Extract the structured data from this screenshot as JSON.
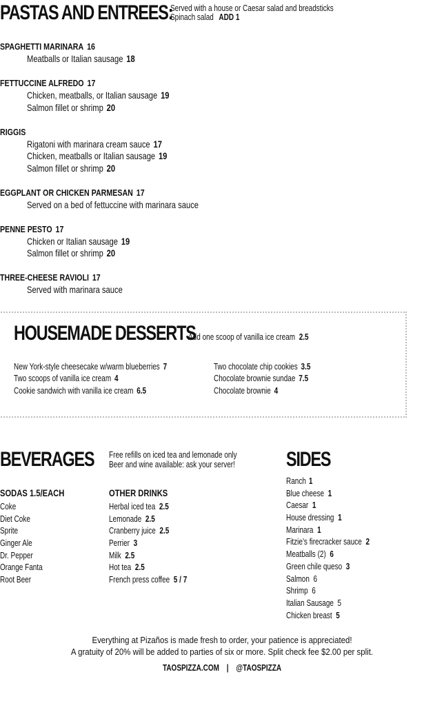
{
  "pastas": {
    "title": "PASTAS AND ENTREES:",
    "note_line1": "Served with a house or Caesar salad and breadsticks",
    "note_line2_text": "Spinach salad",
    "note_line2_add": "ADD 1",
    "items": [
      {
        "name": "SPAGHETTI MARINARA",
        "price": "16",
        "subs": [
          {
            "text": "Meatballs or Italian sausage",
            "price": "18"
          }
        ]
      },
      {
        "name": "FETTUCCINE ALFREDO",
        "price": "17",
        "subs": [
          {
            "text": "Chicken, meatballs, or Italian sausage",
            "price": "19"
          },
          {
            "text": "Salmon fillet or shrimp",
            "price": "20"
          }
        ]
      },
      {
        "name": "RIGGIS",
        "price": "",
        "subs": [
          {
            "text": "Rigatoni with marinara cream sauce",
            "price": "17"
          },
          {
            "text": "Chicken, meatballs or Italian sausage",
            "price": "19"
          },
          {
            "text": "Salmon fillet or shrimp",
            "price": "20"
          }
        ]
      },
      {
        "name": "EGGPLANT OR CHICKEN PARMESAN",
        "price": "17",
        "subs": [
          {
            "text": "Served on a bed of fettuccine with marinara sauce",
            "price": ""
          }
        ]
      },
      {
        "name": "PENNE PESTO",
        "price": "17",
        "subs": [
          {
            "text": "Chicken or Italian sausage",
            "price": "19"
          },
          {
            "text": "Salmon fillet or shrimp",
            "price": "20"
          }
        ]
      },
      {
        "name": "THREE-CHEESE RAVIOLI",
        "price": "17",
        "subs": [
          {
            "text": "Served with marinara sauce",
            "price": ""
          }
        ]
      }
    ]
  },
  "desserts": {
    "title": "HOUSEMADE DESSERTS",
    "note_text": "Add one scoop of vanilla ice cream",
    "note_price": "2.5",
    "left": [
      {
        "text": "New York-style cheesecake w/warm blueberries",
        "price": "7"
      },
      {
        "text": "Two scoops of vanilla ice cream",
        "price": "4"
      },
      {
        "text": "Cookie sandwich with vanilla ice cream",
        "price": "6.5"
      }
    ],
    "right": [
      {
        "text": "Two chocolate chip cookies",
        "price": "3.5"
      },
      {
        "text": "Chocolate brownie sundae",
        "price": "7.5"
      },
      {
        "text": "Chocolate brownie",
        "price": "4"
      }
    ]
  },
  "beverages": {
    "title": "BEVERAGES",
    "note_line1": "Free refills on iced tea and lemonade only",
    "note_line2": "Beer and wine available: ask your server!",
    "sodas_head": "SODAS   1.5/EACH",
    "sodas": [
      "Coke",
      "Diet Coke",
      "Sprite",
      "Ginger Ale",
      "Dr. Pepper",
      "Orange Fanta",
      "Root Beer"
    ],
    "other_head": "OTHER DRINKS",
    "other": [
      {
        "text": "Herbal iced tea",
        "price": "2.5"
      },
      {
        "text": "Lemonade",
        "price": "2.5"
      },
      {
        "text": "Cranberry juice",
        "price": "2.5"
      },
      {
        "text": "Perrier",
        "price": "3"
      },
      {
        "text": "Milk",
        "price": "2.5"
      },
      {
        "text": "Hot tea",
        "price": "2.5"
      },
      {
        "text": "French press coffee",
        "price": "5 / 7"
      }
    ]
  },
  "sides": {
    "title": "SIDES",
    "items": [
      {
        "text": "Ranch",
        "price": "1"
      },
      {
        "text": "Blue cheese",
        "price": "1"
      },
      {
        "text": "Caesar",
        "price": "1"
      },
      {
        "text": "House dressing",
        "price": "1"
      },
      {
        "text": "Marinara",
        "price": "1"
      },
      {
        "text": "Fitzie’s firecracker sauce",
        "price": "2"
      },
      {
        "text": "Meatballs (2)",
        "price": "6"
      },
      {
        "text": "Green chile queso",
        "price": "3"
      },
      {
        "text": "Salmon",
        "price": "6"
      },
      {
        "text": "Shrimp",
        "price": "6"
      },
      {
        "text": "Italian Sausage",
        "price": "5"
      },
      {
        "text": "Chicken breast",
        "price": "5"
      }
    ]
  },
  "footer": {
    "line1": "Everything at Pizaños is made fresh to order, your patience is appreciated!",
    "line2": "A gratuity of 20% will be added to parties of six or more.  Split check fee $2.00 per split.",
    "website": "TAOSPIZZA.COM",
    "separator": "|",
    "social": "@TAOSPIZZA"
  }
}
